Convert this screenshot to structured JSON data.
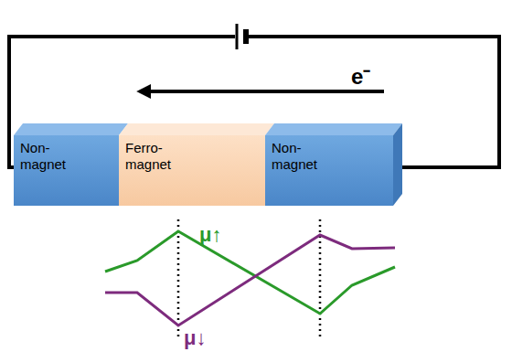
{
  "diagram": {
    "nodes": [
      {
        "text": [
          "Non- magnet"
        ]
      },
      {
        "text": [
          "Ferro- magnet"
        ]
      },
      {
        "text": [
          "Non- magnet"
        ]
      }
    ],
    "labels": [
      "e⁻",
      "μ↑",
      "μ↓"
    ]
  }
}
